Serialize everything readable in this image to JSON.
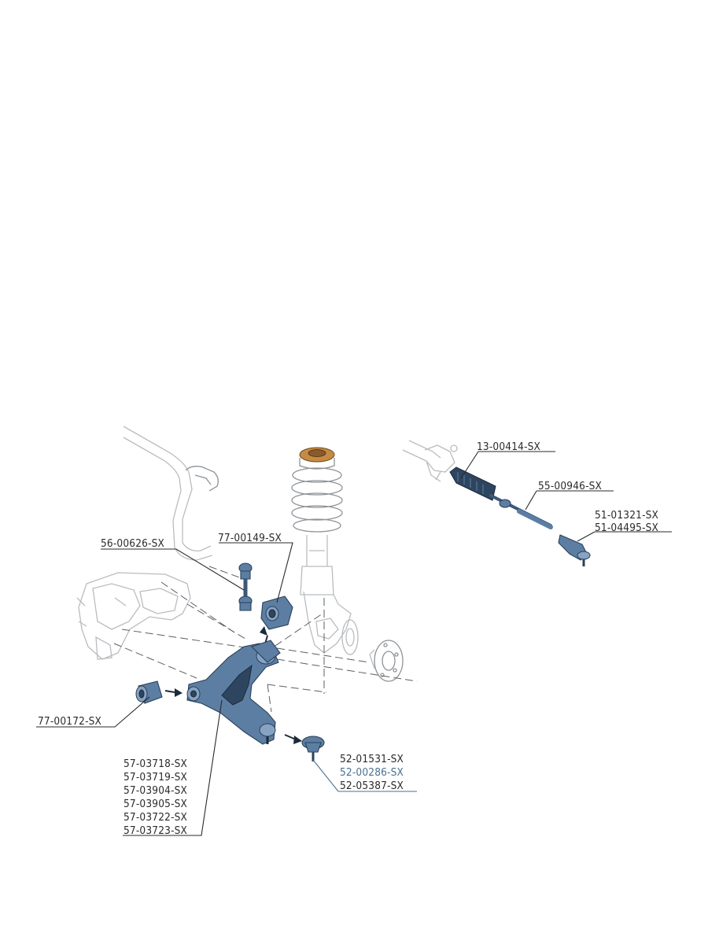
{
  "diagram": {
    "part_numbers": {
      "stabilizer_link": "56-00626-SX",
      "upper_bushing": "77-00149-SX",
      "rear_bushing": "77-00172-SX",
      "steering_boot": "13-00414-SX",
      "inner_tie_rod": "55-00946-SX",
      "tie_rod_end_1": "51-01321-SX",
      "tie_rod_end_2": "51-04495-SX",
      "control_arm": [
        "57-03718-SX",
        "57-03719-SX",
        "57-03904-SX",
        "57-03905-SX",
        "57-03722-SX",
        "57-03723-SX"
      ],
      "ball_joint": [
        "52-01531-SX",
        "52-00286-SX",
        "52-05387-SX"
      ]
    },
    "colors": {
      "part_fill": "#5c7ea3",
      "part_outline": "#2c4058",
      "spring_top_mount": "#c58b45",
      "highlight_text": "#4a6f8e"
    }
  }
}
